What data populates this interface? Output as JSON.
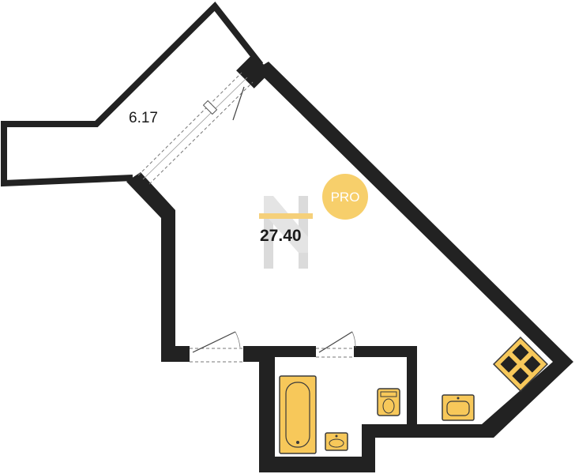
{
  "plan": {
    "balcony_area": "6.17",
    "main_area": "27.40",
    "badge_text": "PRO",
    "colors": {
      "wall": "#222222",
      "fixture": "#f7c85a",
      "fixture_stroke": "#3a3a3a",
      "badge": "#f7cf6b",
      "badge_text": "#ffffff",
      "logo": "#cfcfcf",
      "logo_bar": "#f2c14e",
      "dash": "#777777"
    },
    "icons": [
      "bathtub-icon",
      "toilet-icon",
      "sink-icon",
      "stove-icon",
      "window-icon",
      "door-icon",
      "logo-icon"
    ]
  }
}
